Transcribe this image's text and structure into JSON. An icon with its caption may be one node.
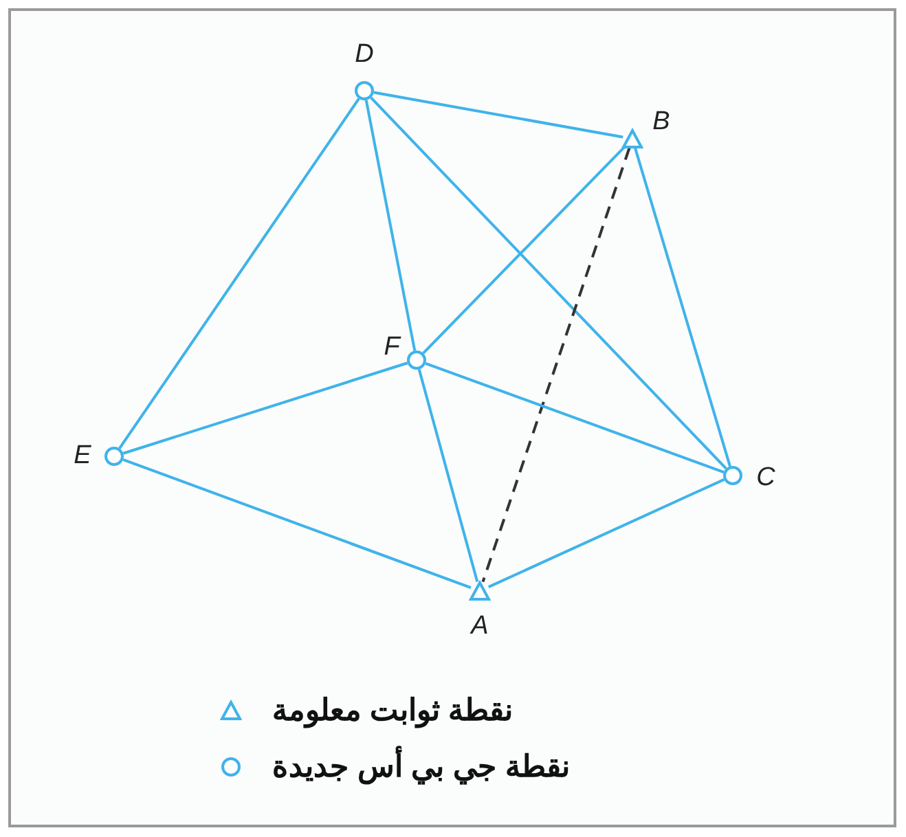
{
  "diagram": {
    "nodes": [
      {
        "text": [],
        "shape": "circle",
        "beside": [
          "D"
        ]
      },
      {
        "text": [],
        "shape": "triangle",
        "beside": [
          "B"
        ]
      },
      {
        "text": [],
        "shape": "circle",
        "beside": [
          "F"
        ]
      },
      {
        "text": [],
        "shape": "circle",
        "beside": [
          "E"
        ]
      },
      {
        "text": [],
        "shape": "circle",
        "beside": [
          "C"
        ]
      },
      {
        "text": [],
        "shape": "triangle",
        "beside": [
          "A"
        ]
      }
    ],
    "edges": [
      {
        "from": 0,
        "to": 1,
        "arrow": "none"
      },
      {
        "from": 0,
        "to": 3,
        "arrow": "none"
      },
      {
        "from": 0,
        "to": 2,
        "arrow": "none"
      },
      {
        "from": 0,
        "to": 4,
        "arrow": "none"
      },
      {
        "from": 1,
        "to": 2,
        "arrow": "none"
      },
      {
        "from": 1,
        "to": 4,
        "arrow": "none"
      },
      {
        "from": 1,
        "to": 5,
        "arrow": "none",
        "style": "dashed",
        "color": "#333333"
      },
      {
        "from": 2,
        "to": 3,
        "arrow": "none"
      },
      {
        "from": 2,
        "to": 4,
        "arrow": "none"
      },
      {
        "from": 2,
        "to": 5,
        "arrow": "none"
      },
      {
        "from": 3,
        "to": 5,
        "arrow": "none"
      },
      {
        "from": 5,
        "to": 4,
        "arrow": "none"
      }
    ],
    "legend": [
      {
        "text": "نقطة ثوابت معلومة"
      },
      {
        "text": "نقطة جي بي أس جديدة"
      }
    ]
  }
}
